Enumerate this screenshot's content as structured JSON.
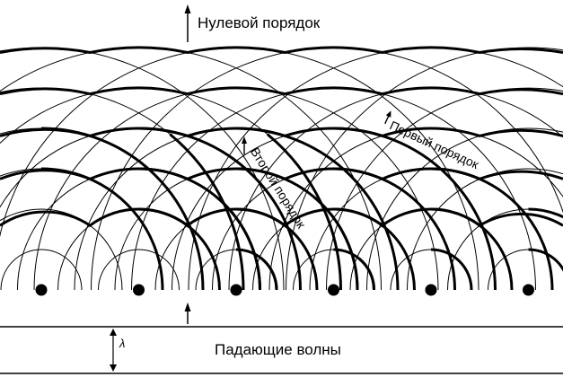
{
  "labels": {
    "zero_order": "Нулевой порядок",
    "first_order": "Первый порядок",
    "second_order": "Второй порядок",
    "incident_waves": "Падающие волны",
    "wavelength": "λ"
  },
  "sources": {
    "count": 6,
    "arc_count": 6
  },
  "colors": {
    "ink": "#000000",
    "background": "#ffffff"
  }
}
